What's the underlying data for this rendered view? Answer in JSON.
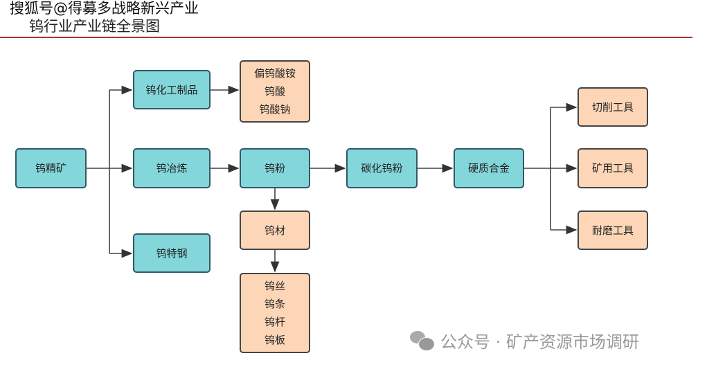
{
  "title": "钨行业产业链全景图",
  "watermark": "搜狐号@得募多战略新兴产业",
  "nodes": {
    "ore": "钨精矿",
    "chem": "钨化工制品",
    "smelt": "钨冶炼",
    "steel": "钨特钢",
    "chem_products": [
      "偏钨酸铵",
      "钨酸",
      "钨酸钠"
    ],
    "powder": "钨粉",
    "material": "钨材",
    "material_products": [
      "钨丝",
      "钨条",
      "钨杆",
      "钨板"
    ],
    "carbide": "碳化钨粉",
    "hardmetal": "硬质合金",
    "cutting": "切削工具",
    "mining": "矿用工具",
    "wear": "耐磨工具"
  },
  "footer": "公众号 · 矿产资源市场调研"
}
